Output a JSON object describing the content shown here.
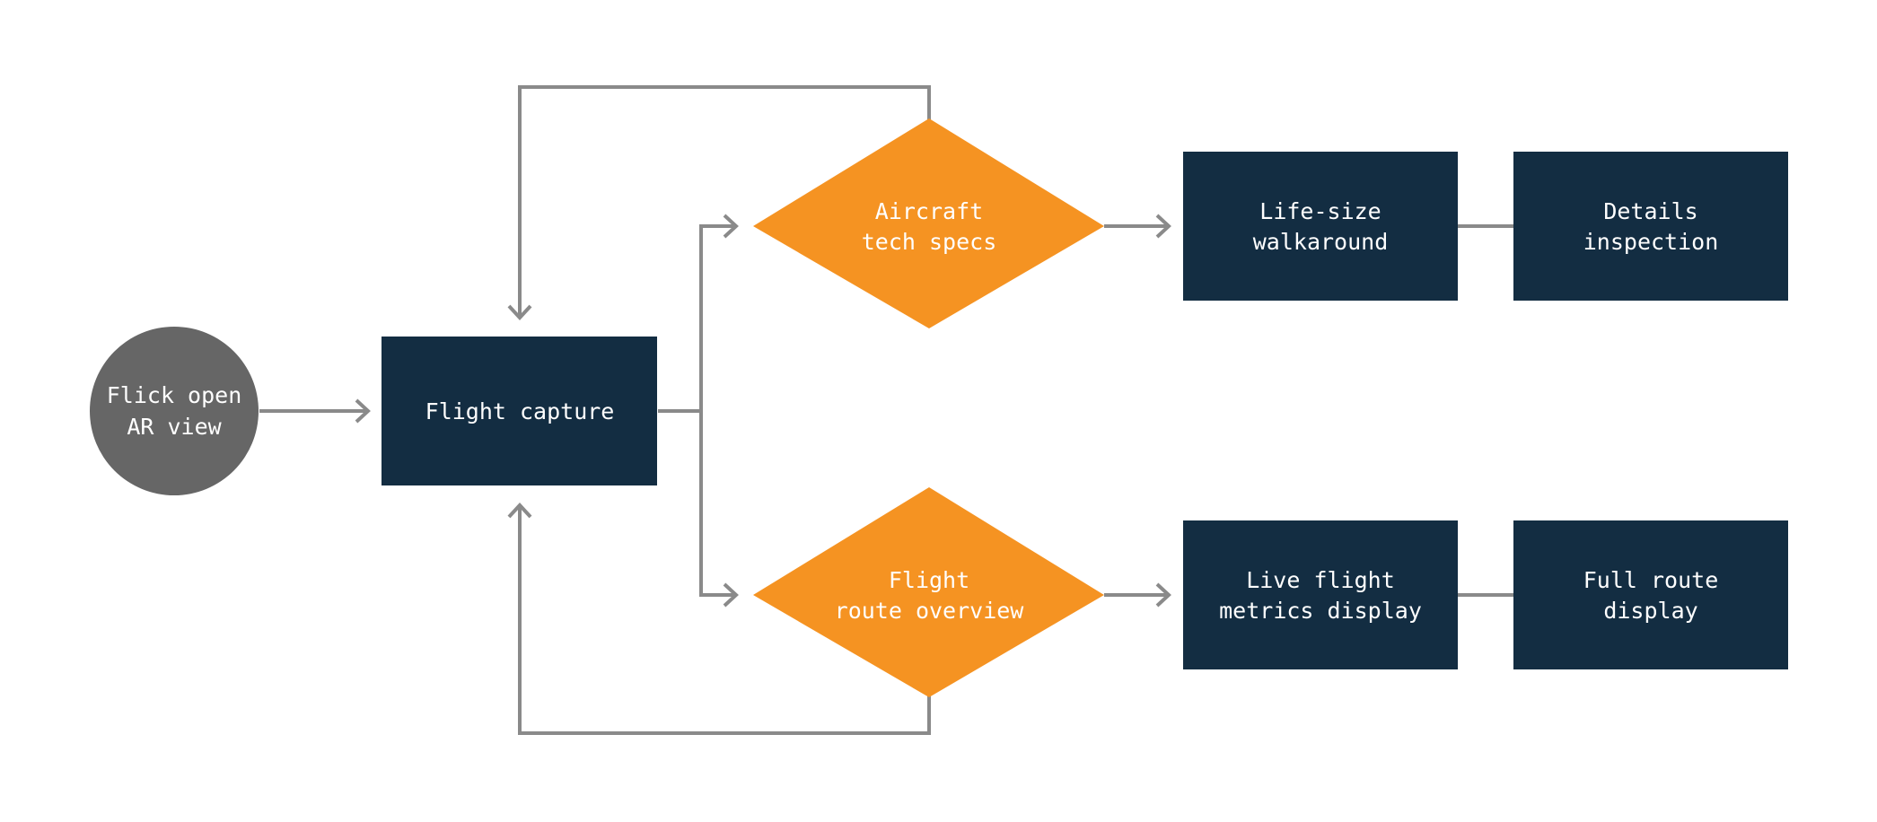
{
  "colors": {
    "box": "#132d42",
    "decision": "#f59322",
    "start": "#666666",
    "line": "#8a8a8a",
    "text": "#ffffff"
  },
  "nodes": {
    "start": {
      "shape": "circle",
      "lines": [
        "Flick open",
        "AR view"
      ]
    },
    "flight_capture": {
      "shape": "rectangle",
      "lines": [
        "Flight capture"
      ]
    },
    "aircraft_tech_specs": {
      "shape": "diamond",
      "lines": [
        "Aircraft",
        "tech specs"
      ]
    },
    "flight_route_overview": {
      "shape": "diamond",
      "lines": [
        "Flight",
        "route overview"
      ]
    },
    "life_size_walkaround": {
      "shape": "rectangle",
      "lines": [
        "Life-size",
        "walkaround"
      ]
    },
    "details_inspection": {
      "shape": "rectangle",
      "lines": [
        "Details",
        "inspection"
      ]
    },
    "live_flight_metrics": {
      "shape": "rectangle",
      "lines": [
        "Live flight",
        "metrics display"
      ]
    },
    "full_route_display": {
      "shape": "rectangle",
      "lines": [
        "Full route",
        "display"
      ]
    }
  },
  "edges": [
    {
      "from": "start",
      "to": "flight_capture",
      "arrow": true
    },
    {
      "from": "flight_capture",
      "to": "aircraft_tech_specs",
      "arrow": true
    },
    {
      "from": "flight_capture",
      "to": "flight_route_overview",
      "arrow": true
    },
    {
      "from": "aircraft_tech_specs",
      "to": "flight_capture",
      "arrow": true
    },
    {
      "from": "flight_route_overview",
      "to": "flight_capture",
      "arrow": true
    },
    {
      "from": "aircraft_tech_specs",
      "to": "life_size_walkaround",
      "arrow": true
    },
    {
      "from": "flight_route_overview",
      "to": "live_flight_metrics",
      "arrow": true
    },
    {
      "from": "life_size_walkaround",
      "to": "details_inspection",
      "arrow": false
    },
    {
      "from": "live_flight_metrics",
      "to": "full_route_display",
      "arrow": false
    }
  ]
}
